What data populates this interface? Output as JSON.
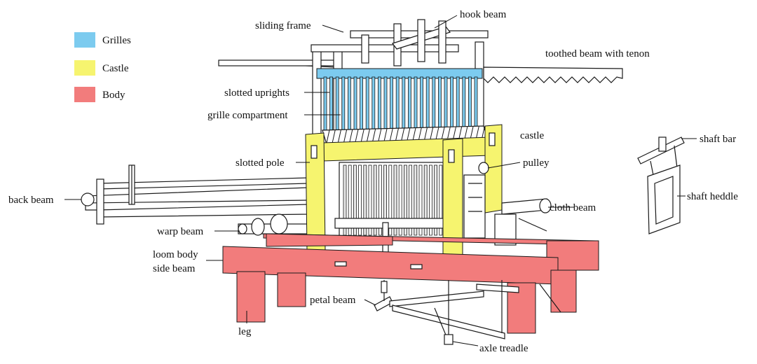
{
  "colors": {
    "grilles": "#7ccbef",
    "castle": "#f6f46f",
    "body": "#f27c7c",
    "line": "#1a1a1a"
  },
  "legend": [
    {
      "key": "grilles",
      "label": "Grilles"
    },
    {
      "key": "castle",
      "label": "Castle"
    },
    {
      "key": "body",
      "label": "Body"
    }
  ],
  "labels": {
    "sliding_frame": "sliding frame",
    "hook_beam": "hook beam",
    "toothed_beam": "toothed beam with tenon",
    "slotted_uprights": "slotted uprights",
    "grille_compartment": "grille compartment",
    "castle": "castle",
    "slotted_pole": "slotted pole",
    "pulley": "pulley",
    "back_beam": "back beam",
    "cloth_beam": "cloth beam",
    "warp_beam": "warp beam",
    "loom_body_line1": "loom body",
    "loom_body_line2": "side beam",
    "petal_beam": "petal beam",
    "leg": "leg",
    "axle_treadle": "axle treadle",
    "shaft_bar": "shaft bar",
    "shaft_heddle": "shaft heddle"
  }
}
